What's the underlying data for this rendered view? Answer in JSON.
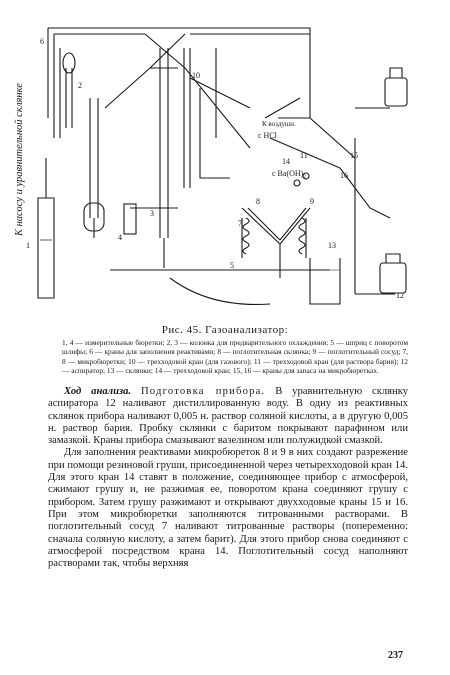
{
  "figure": {
    "side_label": "К насосу и уравнительной склянке",
    "labels": {
      "n1": "1",
      "n2": "2",
      "n3": "3",
      "n4": "4",
      "n5": "5",
      "n6": "6",
      "n7": "7",
      "n8": "8",
      "n9": "9",
      "n10": "10",
      "n11": "11",
      "n12": "12",
      "n13": "13",
      "n14": "14",
      "n15": "15",
      "n16": "16",
      "hcl": "с HCl",
      "baoh": "с Ba(OH)₂",
      "vozd": "К воздушн."
    }
  },
  "caption": {
    "title": "Рис. 45. Газоанализатор:",
    "body": "1, 4 — измерительные бюретки; 2, 3 — колонка для предварительного охлаждения; 5 — шприц с поворотом шлифы; 6 — краны для заполнения реактивами; 8 — поглотительная склянка; 9 — поглотительный сосуд; 7, 8 — микробюретки; 10 — трехходовой кран (для газового); 11 — трехходовой кран (для раствора бария); 12 — аспиратор; 13 — склянки; 14 — трехходовой кран; 15, 16 — краны для запаса на микробюретках."
  },
  "body": {
    "p1_lead": "Ход анализа.",
    "p1_spaced": "Подготовка прибора.",
    "p1_rest": " В уравнительную склянку аспиратора 12 наливают дистиллированную воду. В одну из реактивных склянок прибора наливают 0,005 н. раствор соляной кислоты, а в другую 0,005 н. раствор бария. Пробку склянки с баритом покрывают парафином или замазкой. Краны прибора смазывают вазелином или полужидкой смазкой.",
    "p2": "Для заполнения реактивами микробюреток 8 и 9 в них создают разрежение при помощи резиновой груши, присоединенной через четырехходовой кран 14. Для этого кран 14 ставят в положение, соединяющее прибор с атмосферой, сжимают грушу и, не разжимая ее, поворотом крана соединяют грушу с прибором. Затем грушу разжимают и открывают двухходовые краны 15 и 16. При этом микробюретки заполняются титрованными растворами. В поглотительный сосуд 7 наливают титрованные растворы (попеременно: сначала соляную кислоту, а затем барит). Для этого прибор снова соединяют с атмосферой посредством крана 14. Поглотительный сосуд наполняют растворами так, чтобы верхняя"
  },
  "page_number": "237"
}
